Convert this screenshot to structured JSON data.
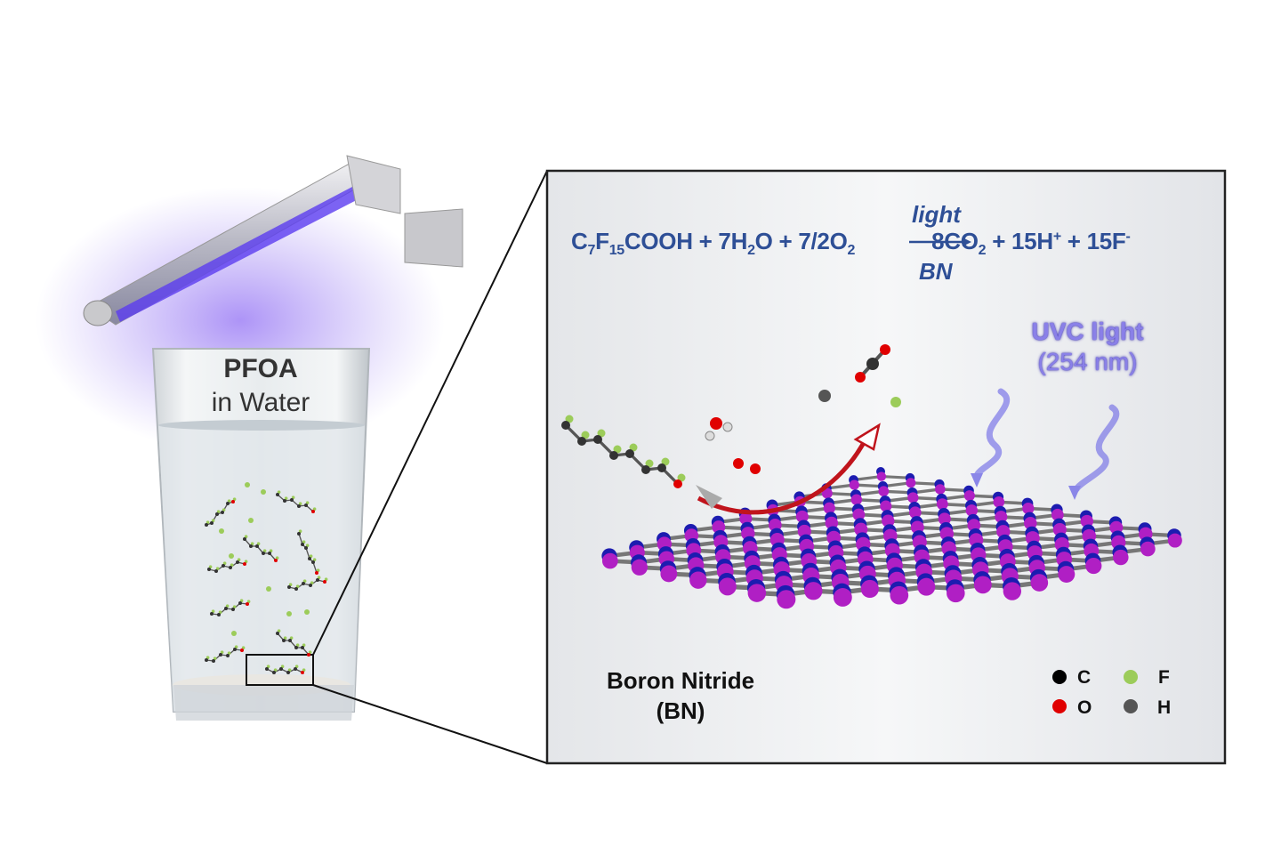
{
  "glass_label": {
    "line1": "PFOA",
    "line2": "in Water"
  },
  "equation": {
    "reactants": [
      {
        "t": "C",
        "k": "n"
      },
      {
        "t": "7",
        "k": "sub"
      },
      {
        "t": "F",
        "k": "n"
      },
      {
        "t": "15",
        "k": "sub"
      },
      {
        "t": "COOH + 7H",
        "k": "n"
      },
      {
        "t": "2",
        "k": "sub"
      },
      {
        "t": "O + 7/2O",
        "k": "n"
      },
      {
        "t": "2",
        "k": "sub"
      }
    ],
    "products": [
      {
        "t": "8CO",
        "k": "n"
      },
      {
        "t": "2",
        "k": "sub"
      },
      {
        "t": " + 15H",
        "k": "n"
      },
      {
        "t": "+",
        "k": "sup"
      },
      {
        "t": " + 15F",
        "k": "n"
      },
      {
        "t": "-",
        "k": "sup"
      }
    ],
    "condition_above": "light",
    "condition_below": "BN"
  },
  "uvc_label": {
    "line1": "UVC light",
    "line2": "(254 nm)"
  },
  "material_label": {
    "line1": "Boron Nitride",
    "line2": "(BN)"
  },
  "legend": [
    {
      "symbol": "C",
      "color": "#000000"
    },
    {
      "symbol": "F",
      "color": "#9ccc5a"
    },
    {
      "symbol": "O",
      "color": "#e00000"
    },
    {
      "symbol": "H",
      "color": "#555555"
    }
  ],
  "colors": {
    "boron": "#b01fc4",
    "nitrogen": "#1c1cb0",
    "bond": "#777777",
    "text_blue": "#2e4f96",
    "uv": "#7a5cf0",
    "arrow": "#c0141c"
  }
}
